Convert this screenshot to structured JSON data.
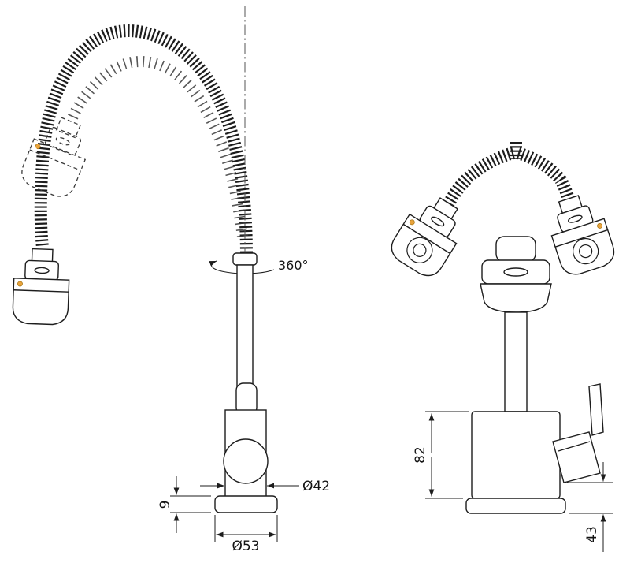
{
  "drawing": {
    "side_view": {
      "rotation_label": "360°",
      "spout_diameter_label": "Ø42",
      "base_diameter_label": "Ø53",
      "base_thickness_label": "9"
    },
    "front_view": {
      "body_height_label": "82",
      "handle_height_label": "43"
    },
    "colors": {
      "line": "#1d1d1d",
      "accent_dot": "#E8A33C"
    }
  }
}
